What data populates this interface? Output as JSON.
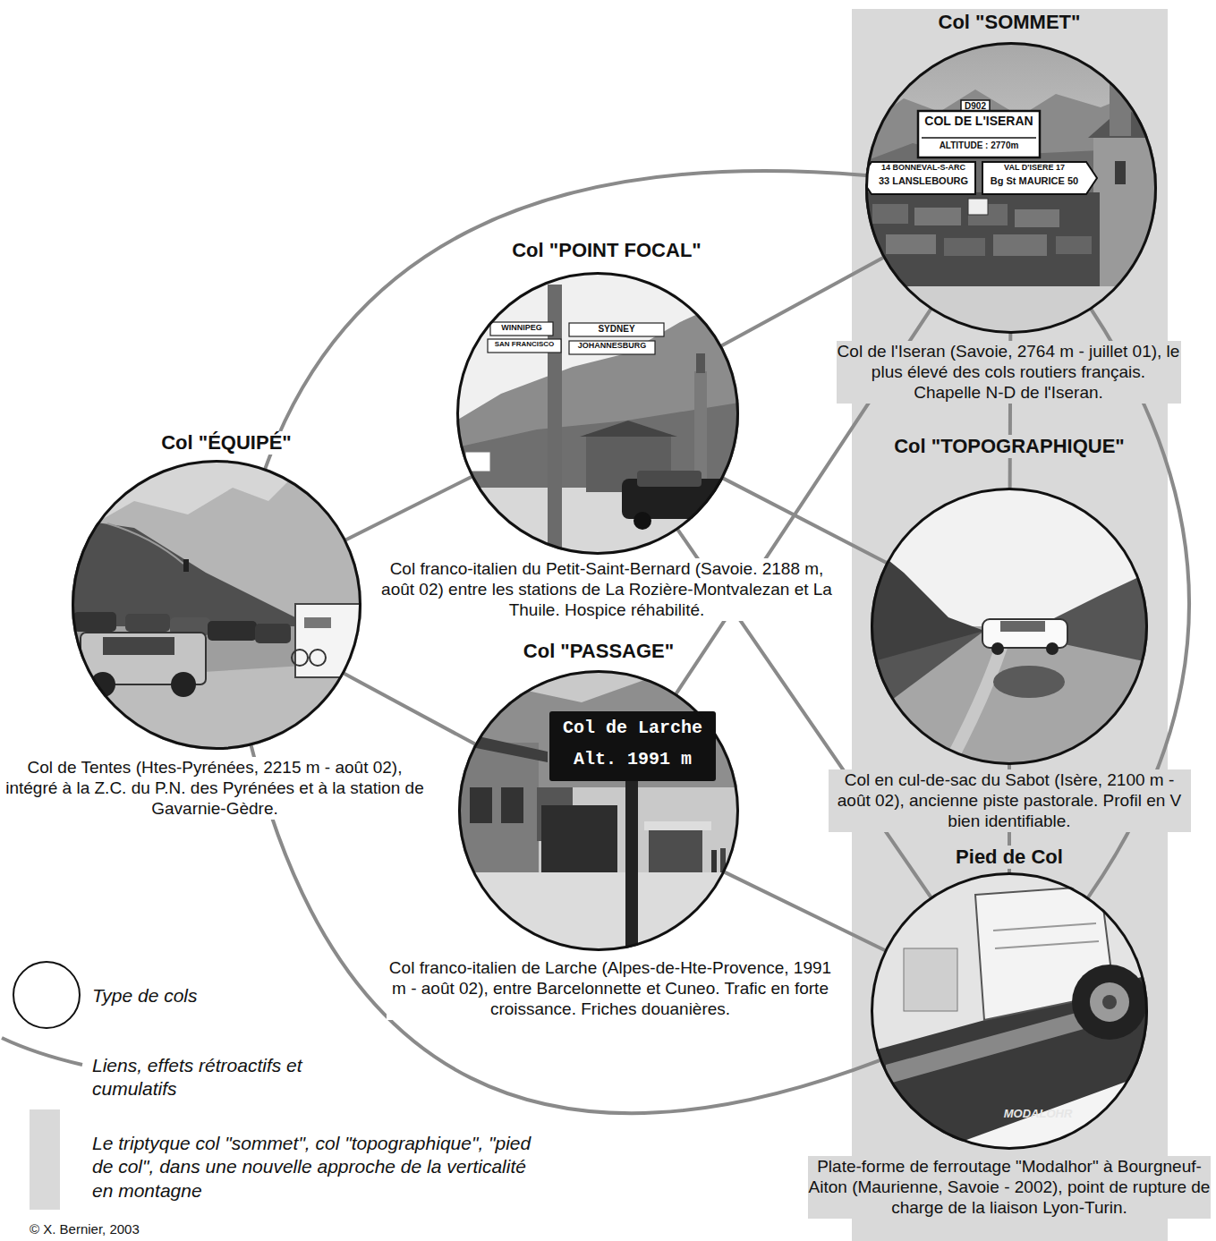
{
  "diagram": {
    "nodes": [
      {
        "text": [
          "Col \"SOMMET\"",
          "Col de l'Iseran (Savoie, 2764 m - juillet 01), le plus élevé des cols routiers français. Chapelle N-D de l'Iseran."
        ]
      },
      {
        "text": [
          "Col \"POINT FOCAL\"",
          "Col franco-italien du Petit-Saint-Bernard (Savoie. 2188 m, août 02) entre les stations de La Rozière-Montvalezan et La Thuile. Hospice réhabilité."
        ]
      },
      {
        "text": [
          "Col \"ÉQUIPÉ\"",
          "Col de Tentes (Htes-Pyrénées, 2215 m - août 02), intégré à la Z.C. du P.N. des Pyrénées et à la station de Gavarnie-Gèdre."
        ]
      },
      {
        "text": [
          "Col \"TOPOGRAPHIQUE\"",
          "Col en cul-de-sac du Sabot (Isère, 2100 m - août 02), ancienne piste pastorale. Profil en V bien identifiable."
        ]
      },
      {
        "text": [
          "Col \"PASSAGE\"",
          "Col franco-italien de Larche (Alpes-de-Hte-Provence, 1991 m - août 02), entre Barcelonnette et Cuneo. Trafic en forte croissance. Friches douanières."
        ]
      },
      {
        "text": [
          "Pied de Col",
          "Plate-forme de ferroutage \"Modalhor\" à Bourgneuf-Aiton (Maurienne, Savoie - 2002), point de rupture de charge de la liaison Lyon-Turin."
        ]
      }
    ],
    "edges": [
      {
        "from": 2,
        "to": 0,
        "arrow": "none"
      },
      {
        "from": 2,
        "to": 1,
        "arrow": "none"
      },
      {
        "from": 2,
        "to": 4,
        "arrow": "none"
      },
      {
        "from": 2,
        "to": 5,
        "arrow": "none"
      },
      {
        "from": 1,
        "to": 0,
        "arrow": "none"
      },
      {
        "from": 1,
        "to": 3,
        "arrow": "none"
      },
      {
        "from": 1,
        "to": 5,
        "arrow": "none"
      },
      {
        "from": 4,
        "to": 0,
        "arrow": "none"
      },
      {
        "from": 4,
        "to": 5,
        "arrow": "none"
      },
      {
        "from": 0,
        "to": 3,
        "arrow": "none"
      },
      {
        "from": 3,
        "to": 5,
        "arrow": "none"
      },
      {
        "from": 0,
        "to": 5,
        "arrow": "none"
      }
    ],
    "labels": [
      "D902",
      "COL DE L'ISERAN",
      "ALTITUDE : 2770m",
      "14 BONNEVAL-S-ARC",
      "33 LANSLEBOURG",
      "VAL D'ISERE 17",
      "Bg St MAURICE 50",
      "WINNIPEG",
      "SYDNEY",
      "SAN FRANCISCO",
      "JOHANNESBURG",
      "Col de Larche",
      "Alt. 1991 m",
      "MODALOHR",
      "© X. Bernier, 2003"
    ],
    "legend": [
      {
        "text": "Type de cols"
      },
      {
        "text": "Liens, effets rétroactifs et cumulatifs"
      },
      {
        "text": "Le triptyque col \"sommet\", col \"topographique\", \"pied de col\", dans une nouvelle approche de la verticalité en montagne",
        "color": "#d9d9d9"
      }
    ]
  }
}
